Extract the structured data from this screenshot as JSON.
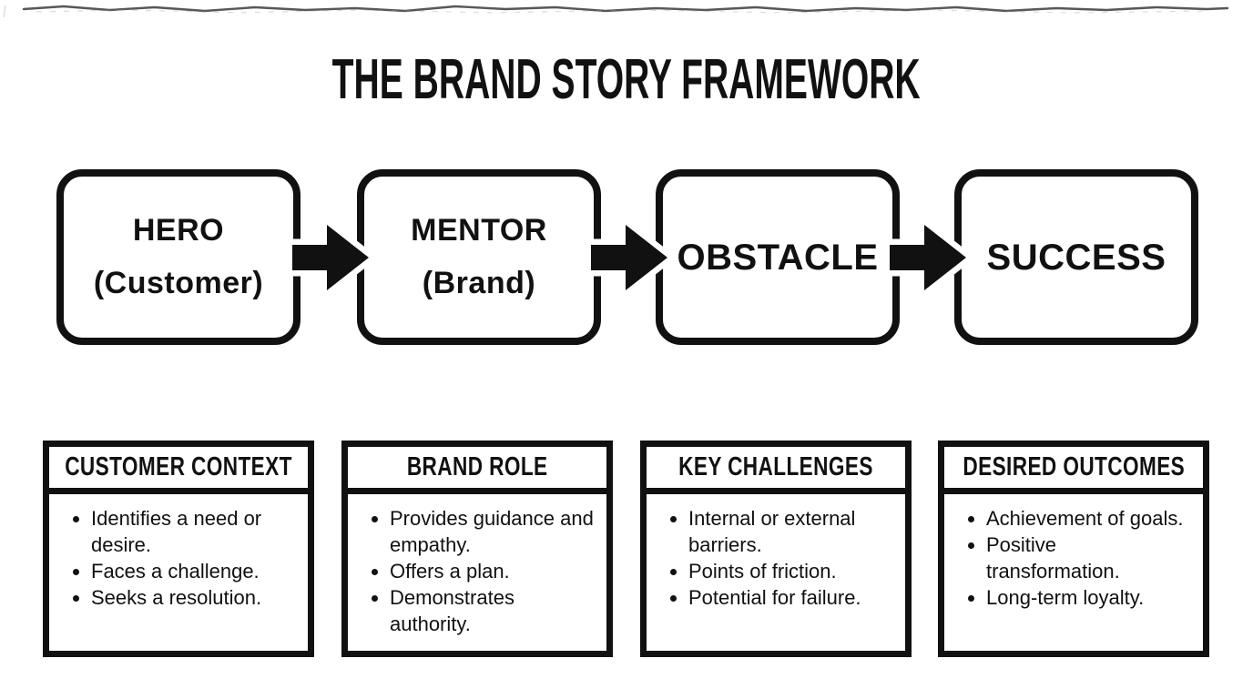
{
  "colors": {
    "ink": "#111111",
    "background": "#ffffff"
  },
  "title": "THE BRAND STORY FRAMEWORK",
  "flow": {
    "boxes": [
      {
        "label": "HERO",
        "sublabel": "(Customer)"
      },
      {
        "label": "MENTOR",
        "sublabel": "(Brand)"
      },
      {
        "label": "OBSTACLE"
      },
      {
        "label": "SUCCESS"
      }
    ]
  },
  "cards": [
    {
      "title": "CUSTOMER CONTEXT",
      "bullets": [
        "Identifies a need or desire.",
        "Faces a challenge.",
        "Seeks a resolution."
      ]
    },
    {
      "title": "BRAND ROLE",
      "bullets": [
        "Provides guidance and empathy.",
        "Offers a plan.",
        "Demonstrates authority."
      ]
    },
    {
      "title": "KEY CHALLENGES",
      "bullets": [
        "Internal or external barriers.",
        "Points of friction.",
        "Potential for failure."
      ]
    },
    {
      "title": "DESIRED OUTCOMES",
      "bullets": [
        "Achievement of goals.",
        "Positive transformation.",
        "Long-term loyalty."
      ]
    }
  ]
}
